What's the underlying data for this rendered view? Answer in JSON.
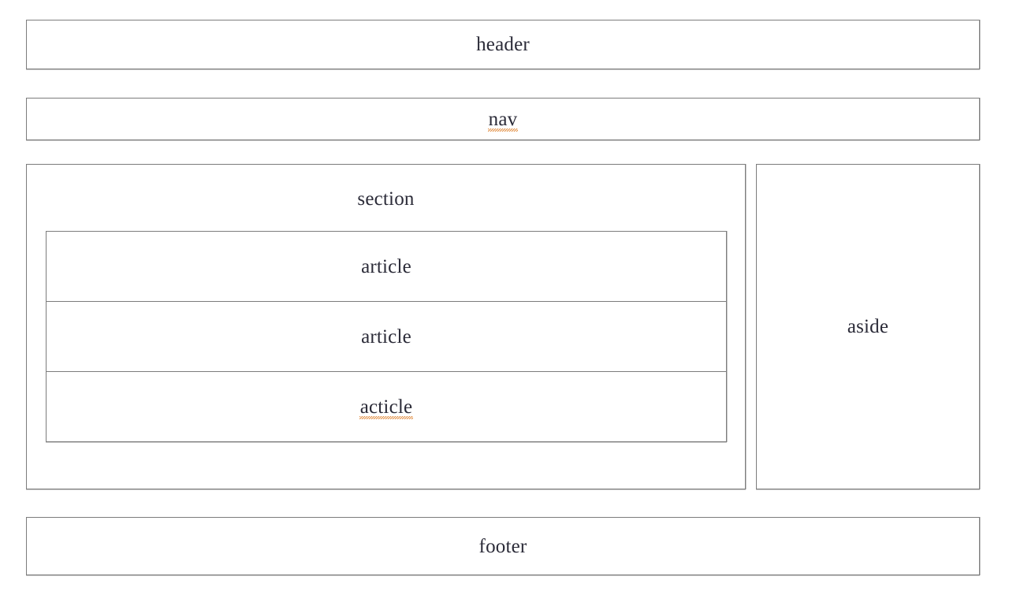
{
  "page": {
    "title": "HTML5 semantic layout wireframe",
    "background_color": "#ffffff",
    "text_color": "#2b2b38",
    "border_color": "#7c7c7c",
    "spellcheck_underline_color": "#e08a3c"
  },
  "header": {
    "label": "header"
  },
  "nav": {
    "label": "nav",
    "misspelled": true
  },
  "section": {
    "label": "section",
    "articles": [
      {
        "label": "article",
        "misspelled": false
      },
      {
        "label": "article",
        "misspelled": false
      },
      {
        "label": "acticle",
        "misspelled": true
      }
    ]
  },
  "aside": {
    "label": "aside"
  },
  "footer": {
    "label": "footer"
  }
}
